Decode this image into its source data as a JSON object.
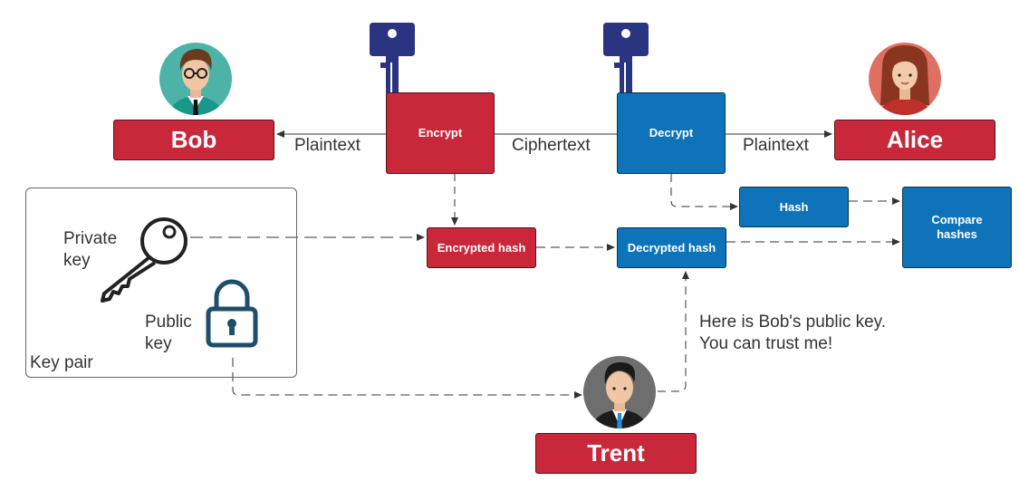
{
  "people": {
    "bob": "Bob",
    "alice": "Alice",
    "trent": "Trent"
  },
  "boxes": {
    "encrypt": "Encrypt",
    "decrypt": "Decrypt",
    "encrypted_hash": "Encrypted hash",
    "decrypted_hash": "Decrypted hash",
    "hash": "Hash",
    "compare": "Compare hashes"
  },
  "labels": {
    "plaintext_left": "Plaintext",
    "ciphertext": "Ciphertext",
    "plaintext_right": "Plaintext",
    "private_key": "Private key",
    "public_key": "Public key",
    "key_pair": "Key pair",
    "trent_line1": "Here is Bob's public key.",
    "trent_line2": "You can trust me!"
  },
  "colors": {
    "red": "#c8283a",
    "blue": "#0e73b8",
    "key_icon": "#2a3480",
    "lock_icon": "#1d4e6b"
  },
  "icons": [
    "bob-avatar",
    "alice-avatar",
    "trent-avatar",
    "encrypt-key-icon",
    "decrypt-key-icon",
    "private-key-icon",
    "padlock-icon"
  ]
}
